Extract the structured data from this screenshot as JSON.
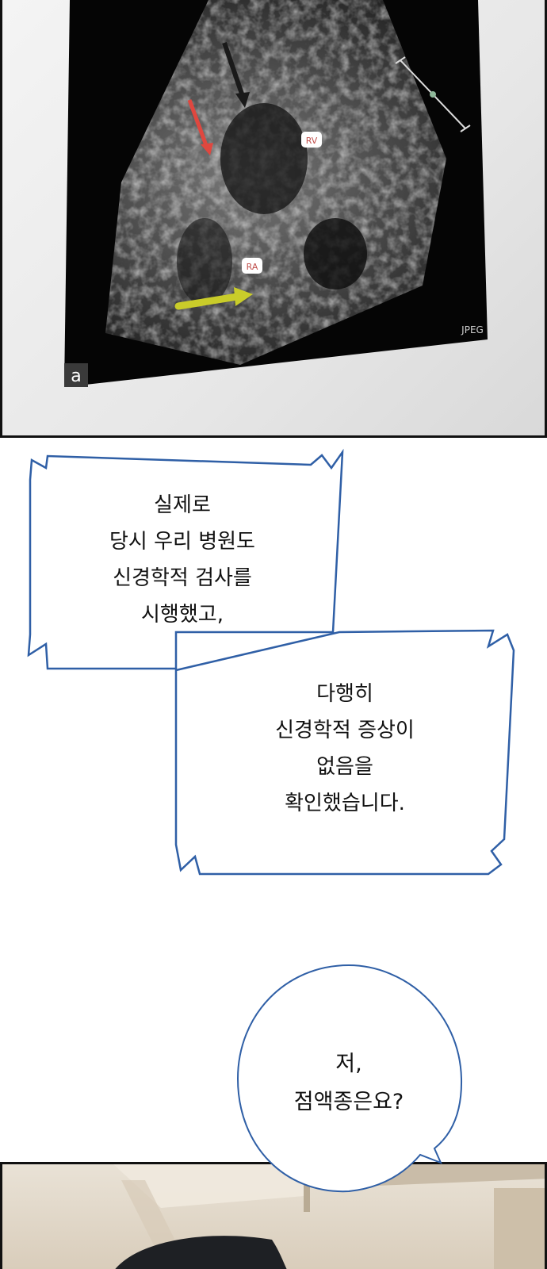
{
  "top_panel": {
    "image_letter": "a",
    "labels": {
      "rv": "RV",
      "ra": "RA",
      "jpeg": "JPEG"
    }
  },
  "captions": [
    {
      "lines": [
        "실제로",
        "당시 우리 병원도",
        "신경학적 검사를",
        "시행했고,"
      ]
    },
    {
      "lines": [
        "다행히",
        "신경학적 증상이",
        "없음을",
        "확인했습니다."
      ]
    }
  ],
  "speech_bubble": {
    "lines": [
      "저,",
      "점액종은요?"
    ]
  },
  "colors": {
    "caption_border": "#2f5fa6",
    "bubble_border": "#2f5fa6",
    "arrow_red": "#e0473f",
    "arrow_yellow": "#c9cc2a",
    "panel_border": "#111111"
  }
}
